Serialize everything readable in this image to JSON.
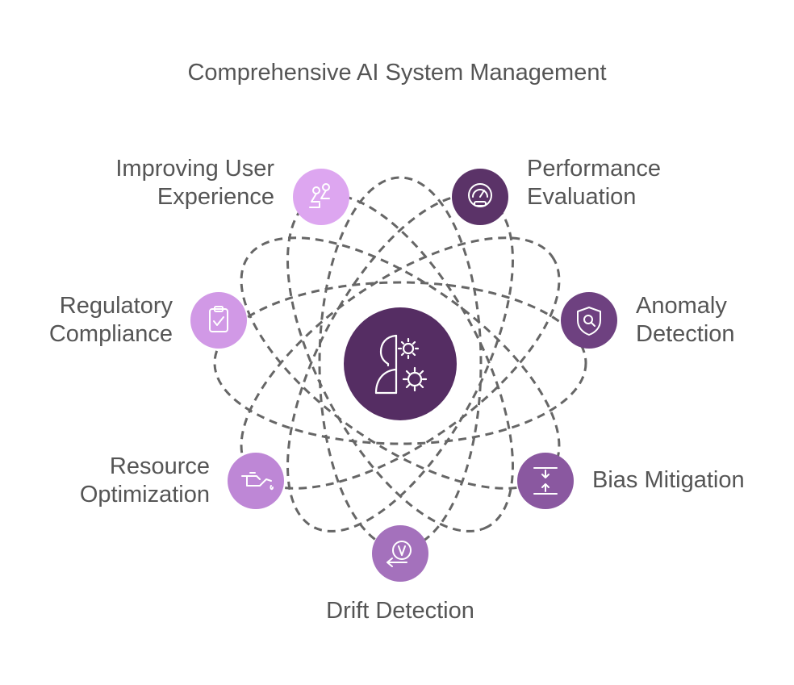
{
  "title": "Comprehensive AI System Management",
  "colors": {
    "center": "#552D63",
    "orbit": "#666666",
    "label": "#555555"
  },
  "center": {
    "icon": "ai-gear-head-icon"
  },
  "nodes": [
    {
      "id": "user-experience",
      "lines": [
        "Improving User",
        "Experience"
      ],
      "icon": "route-icon",
      "color": "#DDA6F0"
    },
    {
      "id": "performance",
      "lines": [
        "Performance",
        "Evaluation"
      ],
      "icon": "gauge-icon",
      "color": "#5B3368"
    },
    {
      "id": "anomaly",
      "lines": [
        "Anomaly",
        "Detection"
      ],
      "icon": "shield-search-icon",
      "color": "#6E4180"
    },
    {
      "id": "bias",
      "lines": [
        "Bias Mitigation"
      ],
      "icon": "compress-arrows-icon",
      "color": "#8A58A0"
    },
    {
      "id": "drift",
      "lines": [
        "Drift Detection"
      ],
      "icon": "drift-arrow-icon",
      "color": "#A471BC"
    },
    {
      "id": "resource",
      "lines": [
        "Resource",
        "Optimization"
      ],
      "icon": "oil-can-icon",
      "color": "#BE87D6"
    },
    {
      "id": "regulatory",
      "lines": [
        "Regulatory",
        "Compliance"
      ],
      "icon": "clipboard-check-icon",
      "color": "#D199E6"
    }
  ]
}
